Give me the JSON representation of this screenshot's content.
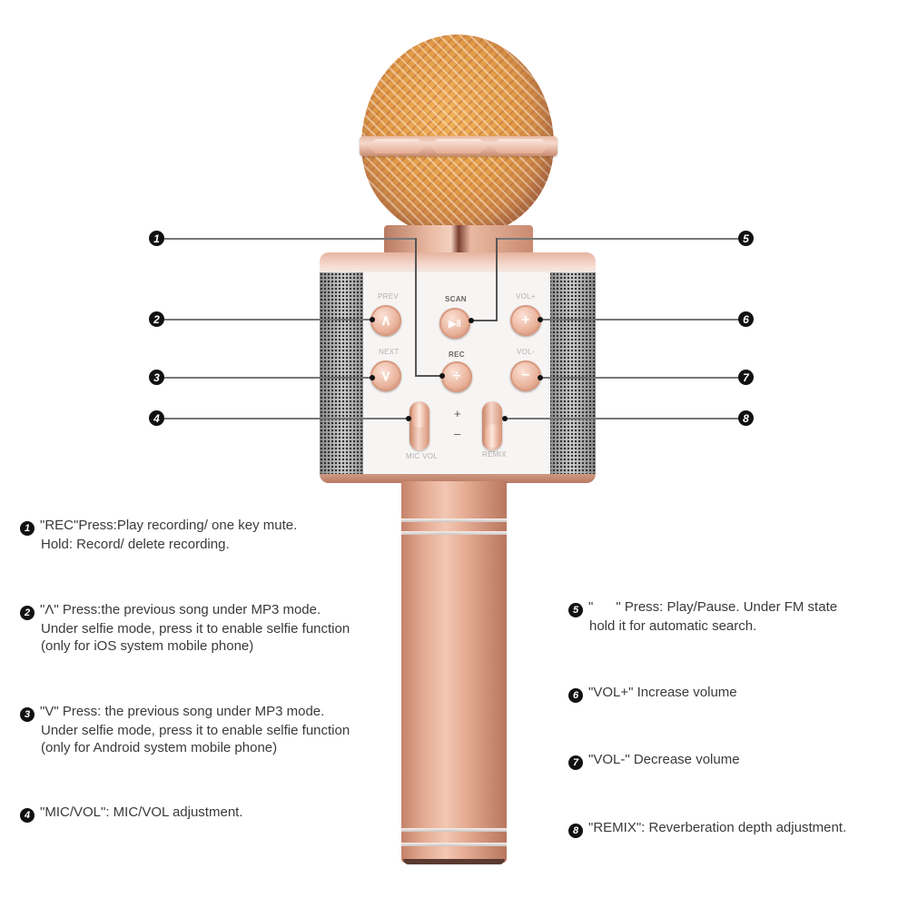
{
  "figure": {
    "type": "product-function-diagram",
    "subject": "Wireless karaoke microphone (rose gold)",
    "accent_color": "#e6ad95",
    "badge_color": "#111111"
  },
  "device_labels": {
    "prev": "PREV",
    "scan": "SCAN",
    "vol_plus": "VOL+",
    "next": "NEXT",
    "rec": "REC",
    "vol_minus": "VOL-",
    "mic_vol": "MIC VOL",
    "remix": "REMIX",
    "plus": "+",
    "minus": "–"
  },
  "buttons": {
    "prev_glyph": "∧",
    "scan_glyph": "▶‖",
    "vol_plus_glyph": "+",
    "next_glyph": "∨",
    "rec_glyph": "÷",
    "vol_minus_glyph": "−"
  },
  "callouts": [
    {
      "num": "1",
      "target": "REC"
    },
    {
      "num": "2",
      "target": "PREV"
    },
    {
      "num": "3",
      "target": "NEXT"
    },
    {
      "num": "4",
      "target": "MIC VOL"
    },
    {
      "num": "5",
      "target": "SCAN"
    },
    {
      "num": "6",
      "target": "VOL+"
    },
    {
      "num": "7",
      "target": "VOL-"
    },
    {
      "num": "8",
      "target": "REMIX"
    }
  ],
  "descriptions": [
    {
      "num": "1",
      "lines": [
        "\"REC\"Press:Play recording/ one key mute.",
        "Hold: Record/ delete recording."
      ]
    },
    {
      "num": "2",
      "lines": [
        "\"Λ\" Press:the previous song under MP3 mode.",
        "Under selfie mode, press it to enable selfie function",
        "(only for iOS system mobile phone)"
      ]
    },
    {
      "num": "3",
      "lines": [
        "\"V\" Press: the previous song under MP3 mode.",
        "Under selfie mode, press it to enable selfie function",
        "(only for Android system mobile phone)"
      ]
    },
    {
      "num": "4",
      "lines": [
        "\"MIC/VOL\": MIC/VOL adjustment."
      ]
    },
    {
      "num": "5",
      "lines": [
        "\"      \" Press: Play/Pause. Under FM state",
        "hold it for automatic search."
      ]
    },
    {
      "num": "6",
      "lines": [
        "\"VOL+\" Increase volume"
      ]
    },
    {
      "num": "7",
      "lines": [
        "\"VOL-\" Decrease volume"
      ]
    },
    {
      "num": "8",
      "lines": [
        "\"REMIX\": Reverberation depth adjustment."
      ]
    }
  ]
}
